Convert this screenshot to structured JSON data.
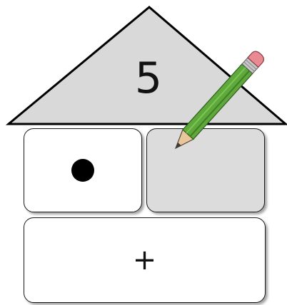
{
  "roof": {
    "number": "5",
    "fill": "#d9d9d9",
    "stroke": "#000000"
  },
  "rooms": {
    "left": {
      "content": "dot",
      "dot_count": 1
    },
    "right": {
      "content": "empty",
      "fill": "#dcdcdc"
    },
    "bottom": {
      "operator": "+"
    }
  },
  "pencil": {
    "icon": "pencil-icon",
    "body_color": "#5fa83b",
    "eraser_color": "#e98a93"
  }
}
